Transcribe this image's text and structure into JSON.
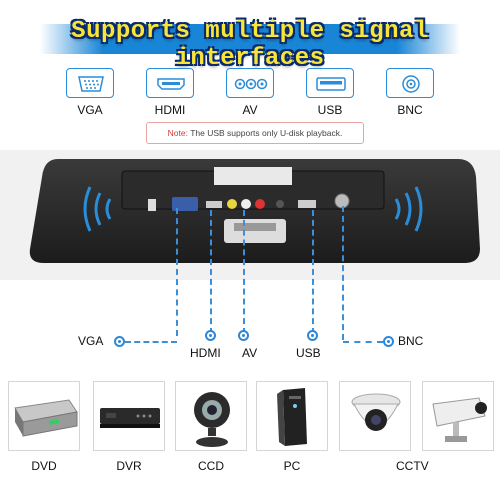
{
  "title": "Supports multiple signal interfaces",
  "interfaces": [
    {
      "label": "VGA",
      "icon": "vga-port-icon"
    },
    {
      "label": "HDMI",
      "icon": "hdmi-port-icon"
    },
    {
      "label": "AV",
      "icon": "av-port-icon"
    },
    {
      "label": "USB",
      "icon": "usb-port-icon"
    },
    {
      "label": "BNC",
      "icon": "bnc-port-icon"
    }
  ],
  "note": {
    "prefix": "Note: ",
    "text": "The USB supports only U-disk playback."
  },
  "ports": [
    {
      "label": "VGA"
    },
    {
      "label": "HDMI"
    },
    {
      "label": "AV"
    },
    {
      "label": "USB"
    },
    {
      "label": "BNC"
    }
  ],
  "devices": [
    {
      "label": "DVD",
      "icon": "dvd-player-icon"
    },
    {
      "label": "DVR",
      "icon": "dvr-recorder-icon"
    },
    {
      "label": "CCD",
      "icon": "webcam-icon"
    },
    {
      "label": "PC",
      "icon": "pc-tower-icon"
    },
    {
      "label": "CCTV",
      "icon": "dome-camera-icon"
    },
    {
      "label": "CCTV",
      "icon": "bullet-camera-icon"
    }
  ],
  "colors": {
    "accent": "#2a8dd9",
    "title_fill": "#f8e53a",
    "title_outline": "#0a2a6a",
    "note_border": "#e9a5a5"
  }
}
